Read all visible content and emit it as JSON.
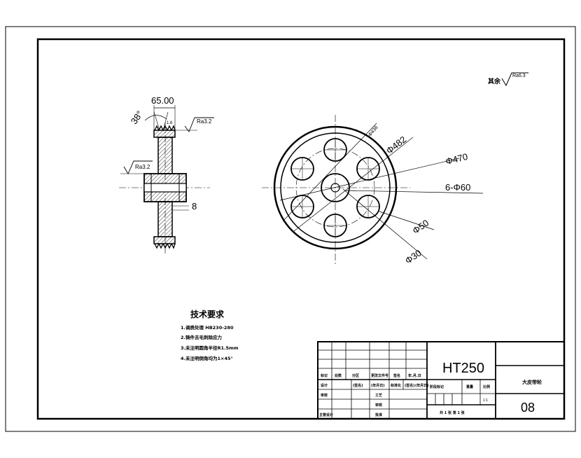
{
  "colors": {
    "line": "#000000",
    "background": "#ffffff"
  },
  "roughness_note": {
    "prefix": "其余",
    "value": "Ra6.3"
  },
  "side_view": {
    "angle": "38°",
    "width_dim": "65.00",
    "chamfer_dim": "1.6",
    "rough_top": "Ra3.2",
    "rough_left": "Ra3.2",
    "hub_dim": "8"
  },
  "front_view": {
    "dims": [
      "Φ438",
      "Φ482",
      "Φ470",
      "6-Φ60",
      "Φ50",
      "Φ30"
    ]
  },
  "tech_req": {
    "title": "技术要求",
    "items": [
      "1.调质处理 HB230-280",
      "2.铸件去毛刺除应力",
      "3.未注明圆角半径R1.5mm",
      "4.未注明倒角均为1×45°"
    ]
  },
  "title_block": {
    "material": "HT250",
    "part_name": "大皮带轮",
    "drawing_no": "08",
    "scale": "1:1",
    "sheet_info": "共 1 张  第 1 张",
    "header_row": [
      "标记",
      "处数",
      "分区",
      "更改文件号",
      "签名",
      "年.月.日"
    ],
    "row2": [
      "设计",
      "",
      "(签名)",
      "(年月日)",
      "标准化",
      "(签名)",
      "(年月日)"
    ],
    "stage_labels": [
      "阶段标记",
      "重量",
      "比例"
    ],
    "row3_left": "审核",
    "row3_mid": "工艺",
    "row4_mid": "审核",
    "row5_left": "主管设计",
    "row5_mid": "批准"
  }
}
